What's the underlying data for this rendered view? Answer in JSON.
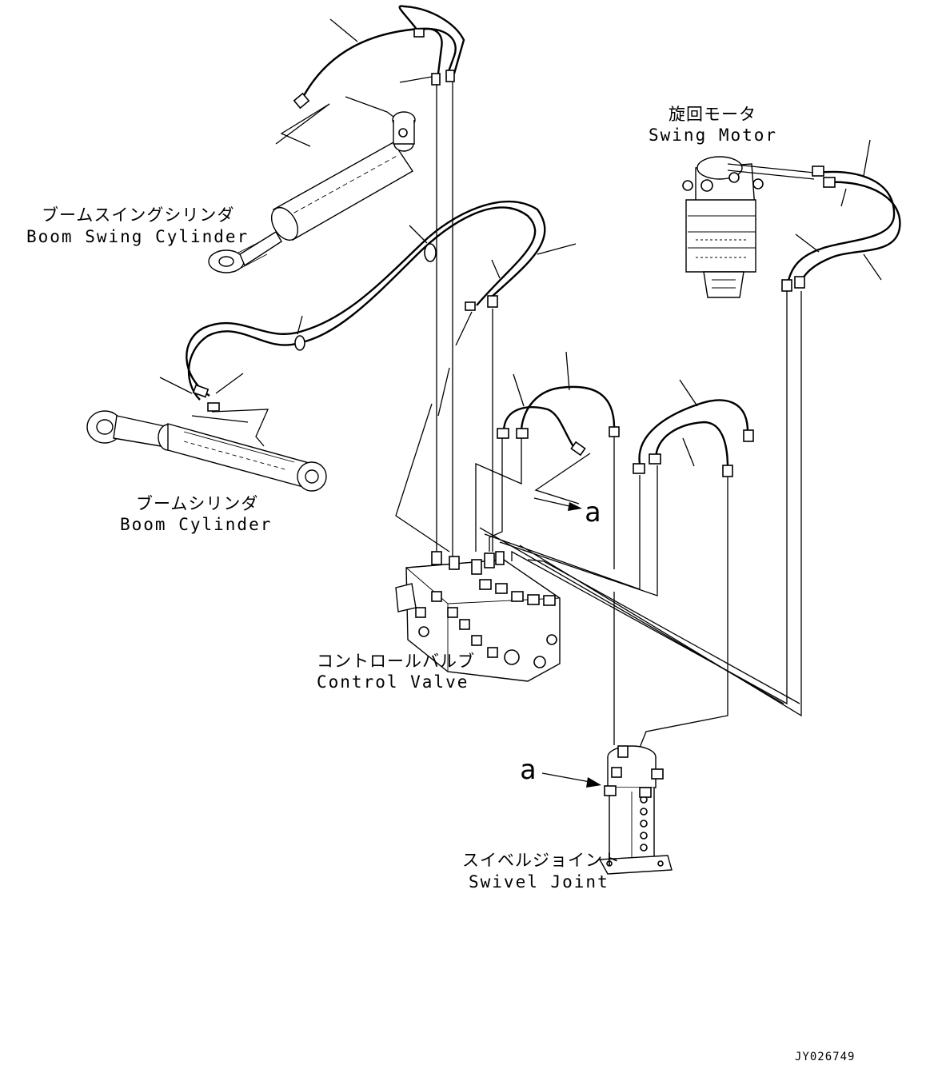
{
  "labels": {
    "boom_swing_cylinder_jp": "ブームスイングシリンダ",
    "boom_swing_cylinder_en": "Boom Swing Cylinder",
    "boom_cylinder_jp": "ブームシリンダ",
    "boom_cylinder_en": "Boom Cylinder",
    "swing_motor_jp": "旋回モータ",
    "swing_motor_en": "Swing Motor",
    "control_valve_jp": "コントロールバルブ",
    "control_valve_en": "Control Valve",
    "swivel_joint_jp": "スイベルジョイント",
    "swivel_joint_en": "Swivel Joint"
  },
  "view_refs": {
    "upper": "a",
    "lower": "a"
  },
  "drawing_number": "JY026749"
}
